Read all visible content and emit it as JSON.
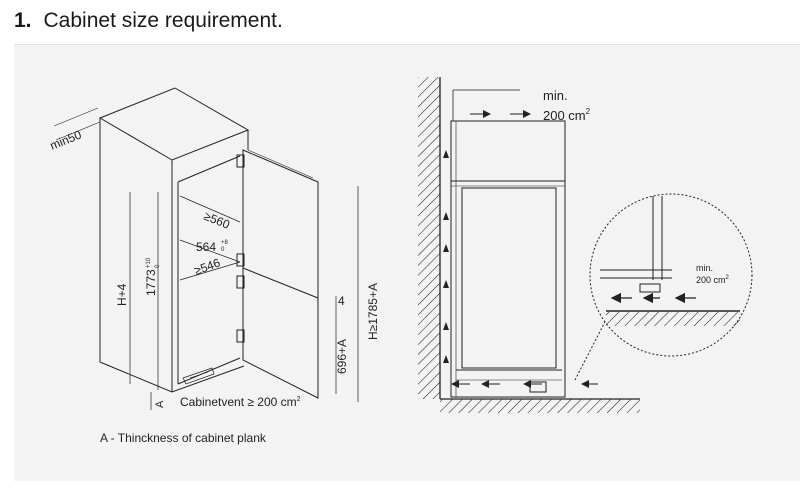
{
  "heading": {
    "number": "1.",
    "title": "Cabinet size requirement."
  },
  "left_diagram": {
    "min_gap": "min50",
    "dim_560": "≥560",
    "dim_564": "564",
    "dim_564_tol": "+8",
    "dim_564_tol2": "0",
    "dim_546": "≥546",
    "dim_h4": "H+4",
    "dim_1773": "1773",
    "dim_1773_tol": "+10",
    "dim_1773_tol2": "0",
    "dim_4": "4",
    "dim_696": "696+A",
    "dim_h1785": "H≥1785+A",
    "label_a": "A",
    "vent_label": "Cabinetvent ≥ 200 cm",
    "vent_sup": "2",
    "legend": "A - Thinckness of cabinet plank"
  },
  "right_diagram": {
    "min_top": "min.",
    "area_top": "200 cm",
    "area_top_sup": "2",
    "min_detail": "min.",
    "area_detail": "200 cm",
    "area_detail_sup": "2"
  }
}
